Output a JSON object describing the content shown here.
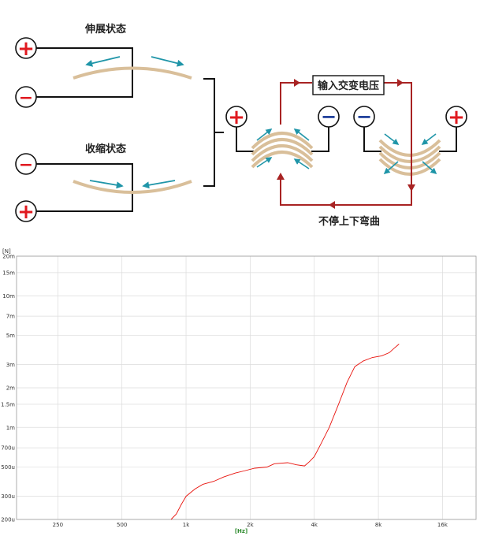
{
  "diagram": {
    "expand_label": "伸展状态",
    "contract_label": "收缩状态",
    "ac_input_label": "输入交变电压",
    "bending_label": "不停上下弯曲",
    "plus_sign": "+",
    "minus_sign": "−",
    "colors": {
      "wire": "#111111",
      "loop": "#a82323",
      "disc": "#d9bf9a",
      "arrow": "#1f95a8",
      "plus": "#e0191f",
      "minus": "#1f3f9a"
    }
  },
  "chart_data": {
    "type": "line",
    "x_scale": "log",
    "y_scale": "log",
    "xlim": [
      160,
      23000
    ],
    "ylim": [
      0.0002,
      0.02
    ],
    "ylabel": "[N]",
    "xlabel": "[Hz]",
    "x_ticks": [
      250,
      500,
      1000,
      2000,
      4000,
      8000,
      16000
    ],
    "x_tick_labels": [
      "250",
      "500",
      "1k",
      "2k",
      "4k",
      "8k",
      "16k"
    ],
    "y_ticks": [
      0.0002,
      0.0003,
      0.0005,
      0.0007,
      0.001,
      0.0015,
      0.002,
      0.003,
      0.005,
      0.007,
      0.01,
      0.015,
      0.02
    ],
    "y_tick_labels": [
      "200u",
      "300u",
      "500u",
      "700u",
      "1m",
      "1.5m",
      "2m",
      "3m",
      "5m",
      "7m",
      "10m",
      "15m",
      "20m"
    ],
    "grid": true,
    "series": [
      {
        "color": "#e8120c",
        "x": [
          850,
          900,
          950,
          1000,
          1100,
          1200,
          1350,
          1500,
          1700,
          1900,
          2100,
          2400,
          2600,
          3000,
          3300,
          3600,
          3800,
          4000,
          4300,
          4700,
          5200,
          5700,
          6200,
          6800,
          7500,
          8300,
          9000,
          9500,
          10000
        ],
        "y": [
          0.0002,
          0.00022,
          0.00026,
          0.0003,
          0.00034,
          0.00037,
          0.00039,
          0.00042,
          0.00045,
          0.00047,
          0.00049,
          0.0005,
          0.00053,
          0.00054,
          0.00052,
          0.00051,
          0.00055,
          0.0006,
          0.00075,
          0.001,
          0.0015,
          0.0022,
          0.0029,
          0.0032,
          0.0034,
          0.0035,
          0.0037,
          0.004,
          0.0043
        ]
      }
    ]
  }
}
